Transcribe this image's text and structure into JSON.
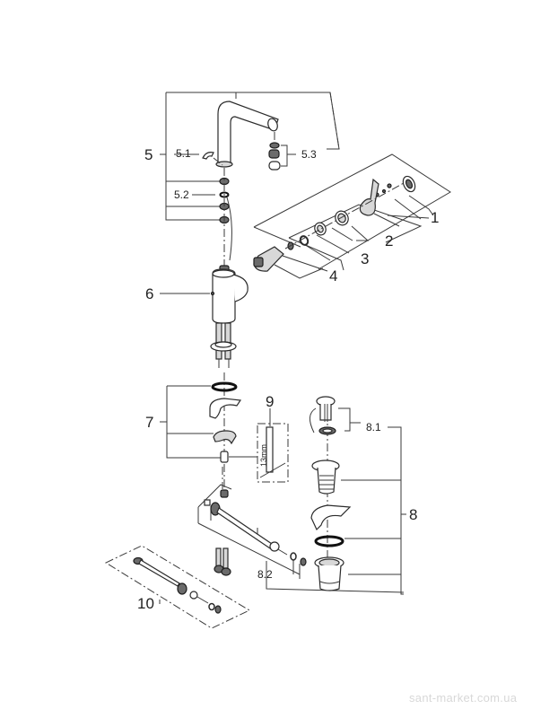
{
  "diagram": {
    "title": "Exploded parts diagram — single-lever basin mixer",
    "labels": {
      "p1": "1",
      "p2": "2",
      "p3": "3",
      "p4": "4",
      "p5": "5",
      "p5_1": "5.1",
      "p5_2": "5.2",
      "p5_3": "5.3",
      "p6": "6",
      "p7": "7",
      "p8": "8",
      "p8_1": "8.1",
      "p8_2": "8.2",
      "p9": "9",
      "p10": "10",
      "dim_13mm": "13mm"
    },
    "colors": {
      "line": "#3a3a3a",
      "ink": "#222222",
      "shade": "#d8d8d8"
    }
  },
  "watermark": {
    "text": "sant-market.com.ua"
  }
}
